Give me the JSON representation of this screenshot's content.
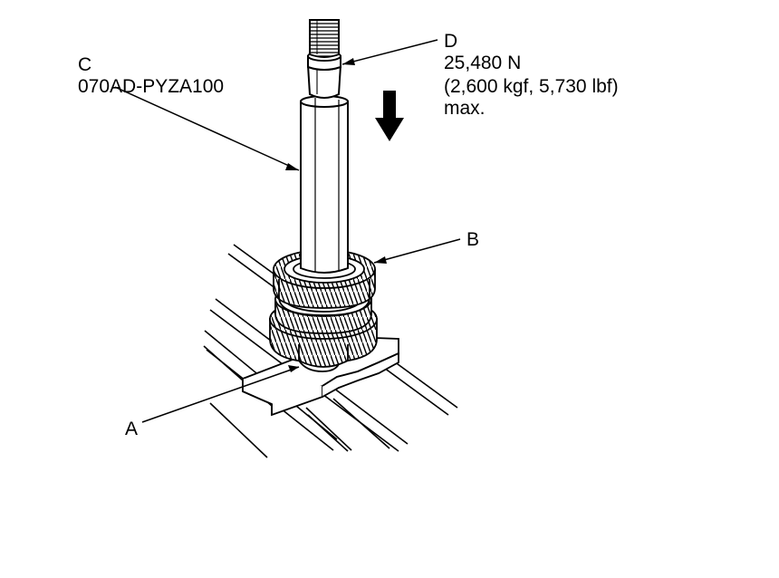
{
  "labels": {
    "a": "A",
    "b": "B",
    "c": {
      "letter": "C",
      "part_number": "070AD-PYZA100"
    },
    "d": {
      "letter": "D",
      "force_n": "25,480 N",
      "force_alt": "(2,600 kgf, 5,730 lbf)",
      "limit": "max."
    }
  },
  "colors": {
    "ink": "#000000",
    "paper": "#ffffff"
  },
  "icons": {
    "direction": "down-arrow-icon"
  }
}
